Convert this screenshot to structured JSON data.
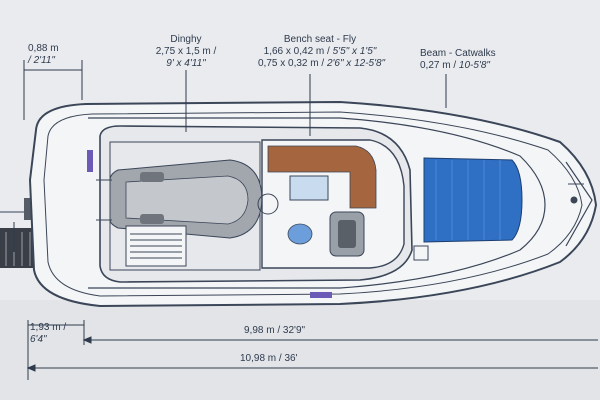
{
  "labels": {
    "width_top_metric": "0,88 m",
    "width_top_imperial": "2'11\"",
    "dinghy_title": "Dinghy",
    "dinghy_metric": "2,75 x 1,5 m /",
    "dinghy_imperial": "9' x 4'11\"",
    "bench_title": "Bench seat - Fly",
    "bench_line1_metric": "1,66 x 0,42 m /",
    "bench_line1_imperial": "5'5\" x 1'5\"",
    "bench_line2_metric": "0,75 x 0,32 m /",
    "bench_line2_imperial": "2'6\" x 12-5'8\"",
    "beam_title": "Beam - Catwalks",
    "beam_metric": "0,27 m /",
    "beam_imperial": "10-5'8\"",
    "platform_metric": "1,93 m /",
    "platform_imperial": "6'4\"",
    "hull_length": "9,98 m / 32'9\"",
    "overall_length": "10,98 m / 36'"
  },
  "colors": {
    "background": "#e9ebee",
    "outline": "#3b4658",
    "dimension_line": "#2f3b4d",
    "deck_fill": "#f4f5f7",
    "dinghy": "#8f949c",
    "bench": "#a5653e",
    "sunpad": "#2f6fc4",
    "hatch": "#c9dbee"
  }
}
